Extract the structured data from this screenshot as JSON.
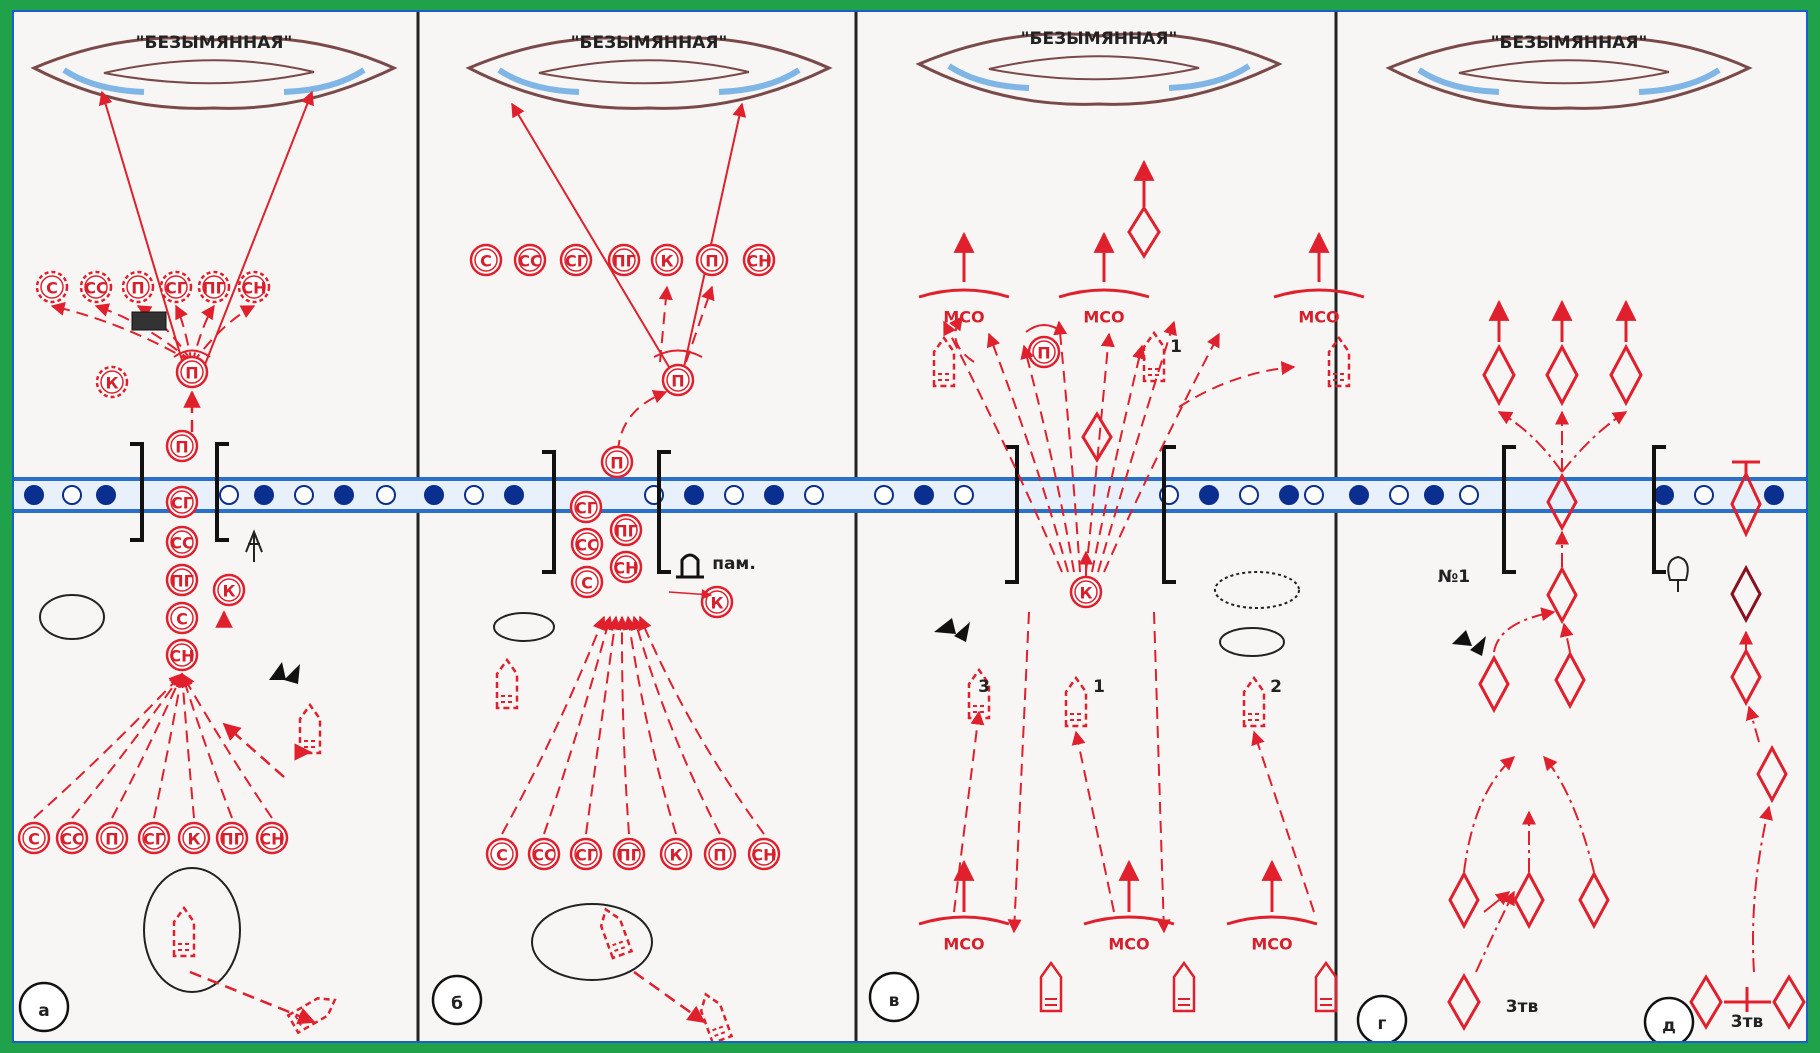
{
  "colors": {
    "route": "#e0202c",
    "road_band": "#2a6fc9",
    "road_dot": "#0b2f8f",
    "road_dot_light": "#9ec7ee",
    "ink": "#222222",
    "background": "#f7f6f4"
  },
  "hill_name": "\"БЕЗЫМЯННАЯ\"",
  "panels": [
    {
      "letter": "а",
      "groups_top": [
        "С",
        "СС",
        "П",
        "СГ",
        "ПГ",
        "СН"
      ],
      "groups_bottom": [
        "С",
        "СС",
        "П",
        "СГ",
        "К",
        "ПГ",
        "СН"
      ],
      "column": [
        "П",
        "СГ",
        "СС",
        "ПГ",
        "С",
        "СН"
      ],
      "extra": [
        "К",
        "К"
      ]
    },
    {
      "letter": "б",
      "groups_top": [
        "С",
        "СС",
        "СГ",
        "ПГ",
        "К",
        "П",
        "СН"
      ],
      "groups_bottom": [
        "С",
        "СС",
        "СГ",
        "ПГ",
        "К",
        "П",
        "СН"
      ],
      "column": [
        "П",
        "СГ",
        "СС",
        "С",
        "ПГ",
        "СН"
      ],
      "extra": [
        "К",
        "П"
      ],
      "monument_label": "пам."
    },
    {
      "letter": "в",
      "mso_label": "МСО",
      "numbers": [
        "1",
        "2",
        "3",
        "1"
      ],
      "marks": [
        "П",
        "К"
      ]
    },
    {
      "letter": "г",
      "crossing_label": "№1",
      "echelon_label": "3тв"
    },
    {
      "letter": "д",
      "echelon_label": "3тв"
    }
  ]
}
